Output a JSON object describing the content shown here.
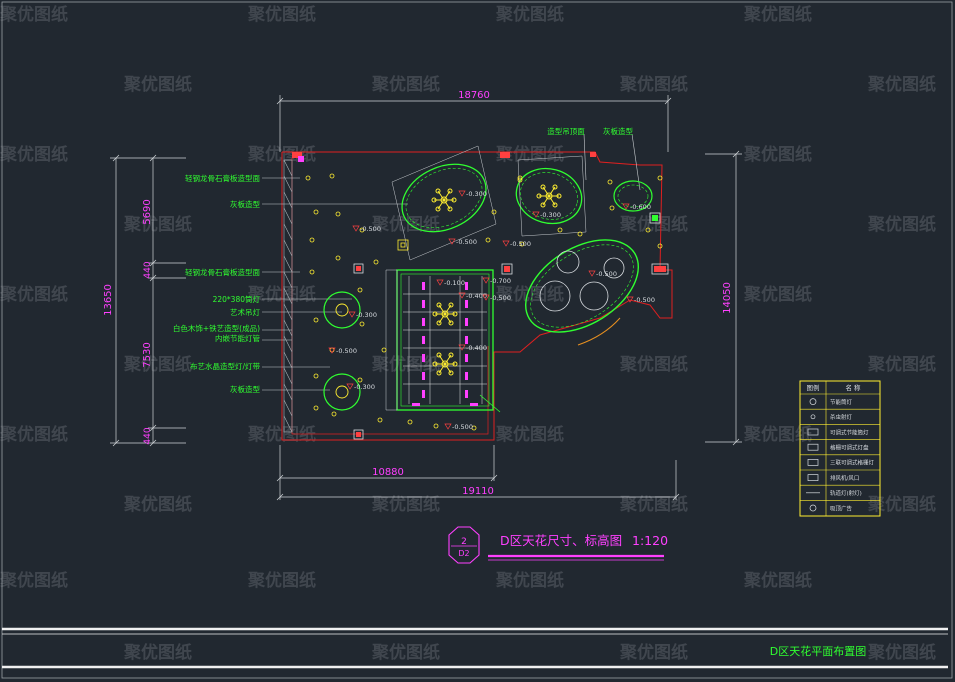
{
  "watermark": {
    "text": "聚优图纸"
  },
  "dimensions": {
    "top_width": "18760",
    "bottom_inner": "10880",
    "bottom_outer": "19110",
    "left_total": "13650",
    "left_seg_1": "5690",
    "left_seg_2": "440",
    "left_seg_3": "7530",
    "left_seg_4": "440",
    "right_total": "14050"
  },
  "annotations": {
    "left_1": "轻钢龙骨石膏板造型面",
    "left_2": "灰板造型",
    "left_3": "轻钢龙骨石膏板造型面",
    "left_4": "220*380筒灯",
    "left_5": "艺术吊灯",
    "left_6": "白色木饰+铁艺造型(成品)",
    "left_7": "内嵌节能灯管",
    "left_8": "布艺水晶造型灯/灯带",
    "left_9": "灰板造型",
    "top_1": "造型吊顶面",
    "top_2": "灰板造型"
  },
  "elevations": [
    "-0.300",
    "-0.300",
    "-0.500",
    "-0.500",
    "-0.500",
    "-0.700",
    "-0.400",
    "-0.500",
    "-0.400",
    "-0.500",
    "-0.500",
    "-0.300",
    "-0.600",
    "-0.300",
    "-0.500",
    "-0.100",
    "-0.500"
  ],
  "legend": {
    "header_symbol": "图例",
    "header_name": "名 称",
    "rows": [
      "节能筒灯",
      "杀虫射灯",
      "可调式节能筒灯",
      "格栅可调式灯盘",
      "三联可调式格栅灯",
      "排风机/风口",
      "轨道灯(射灯)",
      "吸顶广告"
    ]
  },
  "title_block": {
    "badge_top": "2",
    "badge_bottom": "D2",
    "title": "D区天花尺寸、标高图",
    "scale": "1:120",
    "footer_title": "D区天花平面布置图"
  }
}
